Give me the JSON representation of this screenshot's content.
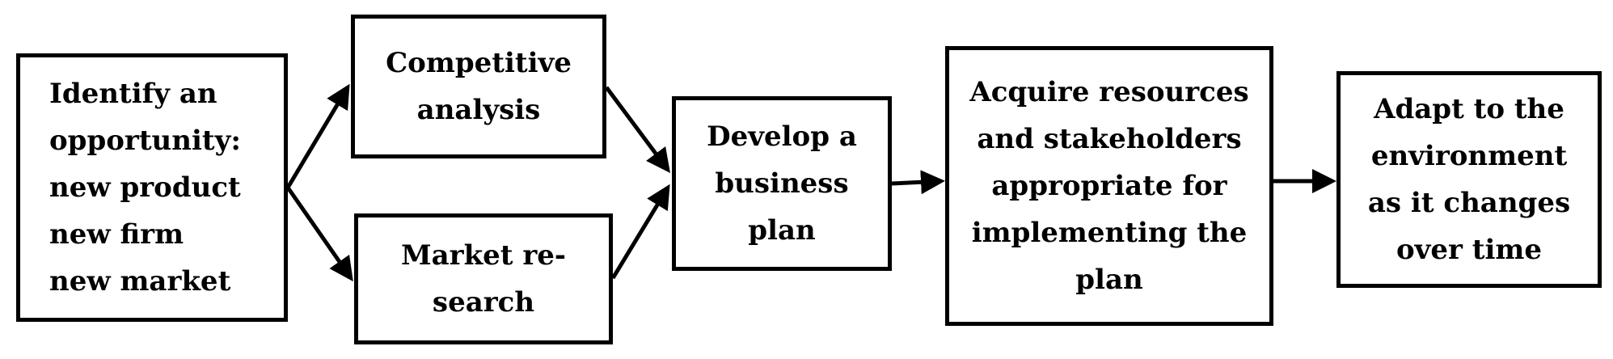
{
  "diagram": {
    "steps": [
      {
        "id": "identify",
        "text": "Identify an\nopportunity:\nnew product\nnew firm\nnew market"
      },
      {
        "id": "competitive",
        "text": "Competitive\nanalysis"
      },
      {
        "id": "market",
        "text": "Market re-\nsearch"
      },
      {
        "id": "plan",
        "text": "Develop a\nbusiness\nplan"
      },
      {
        "id": "acquire",
        "text": "Acquire resources\nand stakeholders\nappropriate for\nimplementing the\nplan"
      },
      {
        "id": "adapt",
        "text": "Adapt to the\nenvironment\nas it changes\nover time"
      }
    ],
    "connections": [
      {
        "from": "identify",
        "to": "competitive"
      },
      {
        "from": "identify",
        "to": "market"
      },
      {
        "from": "competitive",
        "to": "plan"
      },
      {
        "from": "market",
        "to": "plan"
      },
      {
        "from": "plan",
        "to": "acquire"
      },
      {
        "from": "acquire",
        "to": "adapt"
      }
    ],
    "colors": {
      "stroke": "#000000",
      "fill": "#ffffff",
      "text": "#000000"
    }
  }
}
